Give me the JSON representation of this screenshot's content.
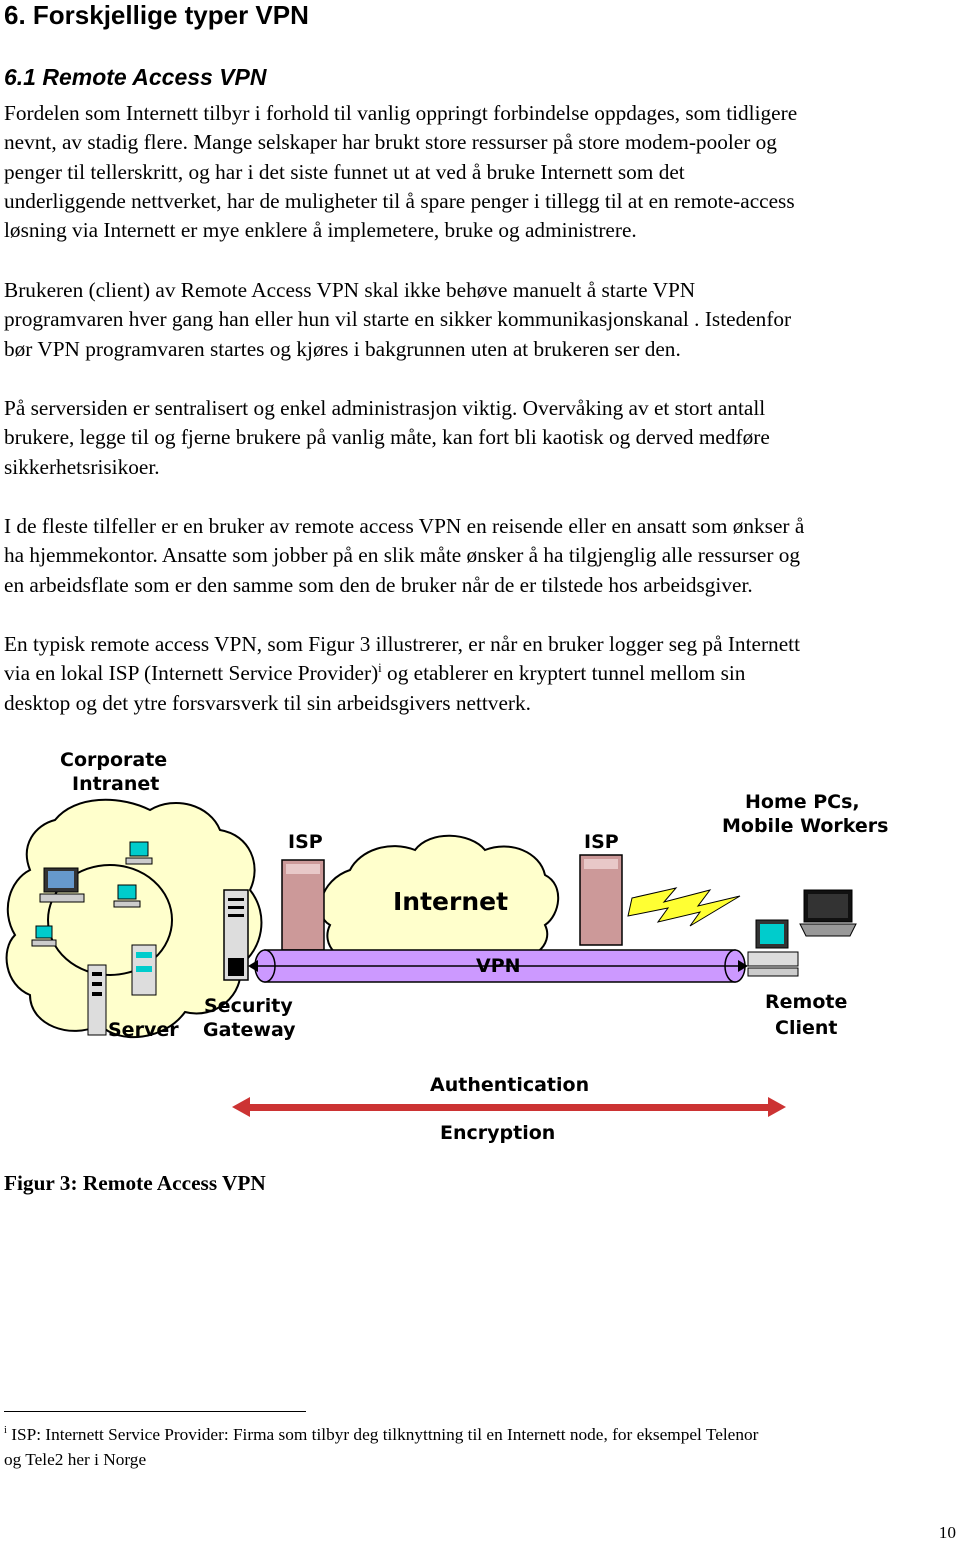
{
  "heading1": "6.  Forskjellige typer VPN",
  "heading2": "6.1  Remote Access VPN",
  "paragraphs": [
    [
      "Fordelen som Internett tilbyr i forhold til vanlig oppringt forbindelse oppdages, som tidligere",
      "nevnt, av stadig flere. Mange selskaper har brukt store ressurser på store modem-pooler og",
      "penger til tellerskritt,  og har i det siste funnet ut at ved å bruke Internett som det",
      "underliggende nettverket, har de muligheter til å spare penger i tillegg til at en remote-access",
      "løsning via Internett er mye enklere å implemetere, bruke og administrere."
    ],
    [
      "Brukeren (client) av Remote Access VPN skal ikke behøve manuelt å starte VPN",
      "programvaren hver gang han eller hun vil starte en sikker kommunikasjonskanal . Istedenfor",
      "bør VPN programvaren startes og kjøres i bakgrunnen uten at brukeren ser den."
    ],
    [
      "På serversiden er sentralisert og enkel administrasjon viktig. Overvåking av et stort antall",
      "brukere, legge til og fjerne brukere på vanlig måte, kan fort bli kaotisk og derved medføre",
      "sikkerhetsrisikoer."
    ],
    [
      "I de fleste tilfeller er en bruker av remote access VPN en reisende eller en ansatt som ønkser å",
      "ha hjemmekontor. Ansatte som jobber på en slik måte ønsker å ha tilgjenglig  alle ressurser og",
      "en arbeidsflate som er den samme som den de bruker når de er tilstede hos arbeidsgiver."
    ]
  ],
  "paragraph5": {
    "line1": "En typisk remote access VPN, som Figur 3 illustrerer, er når en bruker logger seg på Internett",
    "line2_pre": "via en lokal ISP (Internett Service Provider)",
    "footnote_mark": "i",
    "line2_post": " og etablerer en kryptert tunnel mellom sin",
    "line3": "desktop og det ytre forsvarsverk til sin arbeidsgivers nettverk."
  },
  "figure": {
    "corporate_label_1": "Corporate",
    "corporate_label_2": "Intranet",
    "isp_left": "ISP",
    "isp_right": "ISP",
    "internet": "Internet",
    "vpn": "VPN",
    "home_label_1": "Home PCs,",
    "home_label_2": "Mobile Workers",
    "security_1": "Security",
    "security_2": "Gateway",
    "server": "Server",
    "remote_1": "Remote",
    "remote_2": "Client",
    "authentication": "Authentication",
    "encryption": "Encryption",
    "colors": {
      "cloud": "#ffffcc",
      "tunnel": "#cc99ff",
      "arrow": "#cc3333",
      "isp_server": "#cc9999",
      "monitor": "#00cccc",
      "lightning": "#ffff33"
    }
  },
  "caption": "Figur 3: Remote Access VPN",
  "footnote": {
    "mark": "i",
    "line1": "  ISP: Internett Service Provider: Firma som tilbyr deg tilknyttning til en Internett node, for eksempel Telenor",
    "line2": "og Tele2 her i Norge"
  },
  "page_number": "10"
}
